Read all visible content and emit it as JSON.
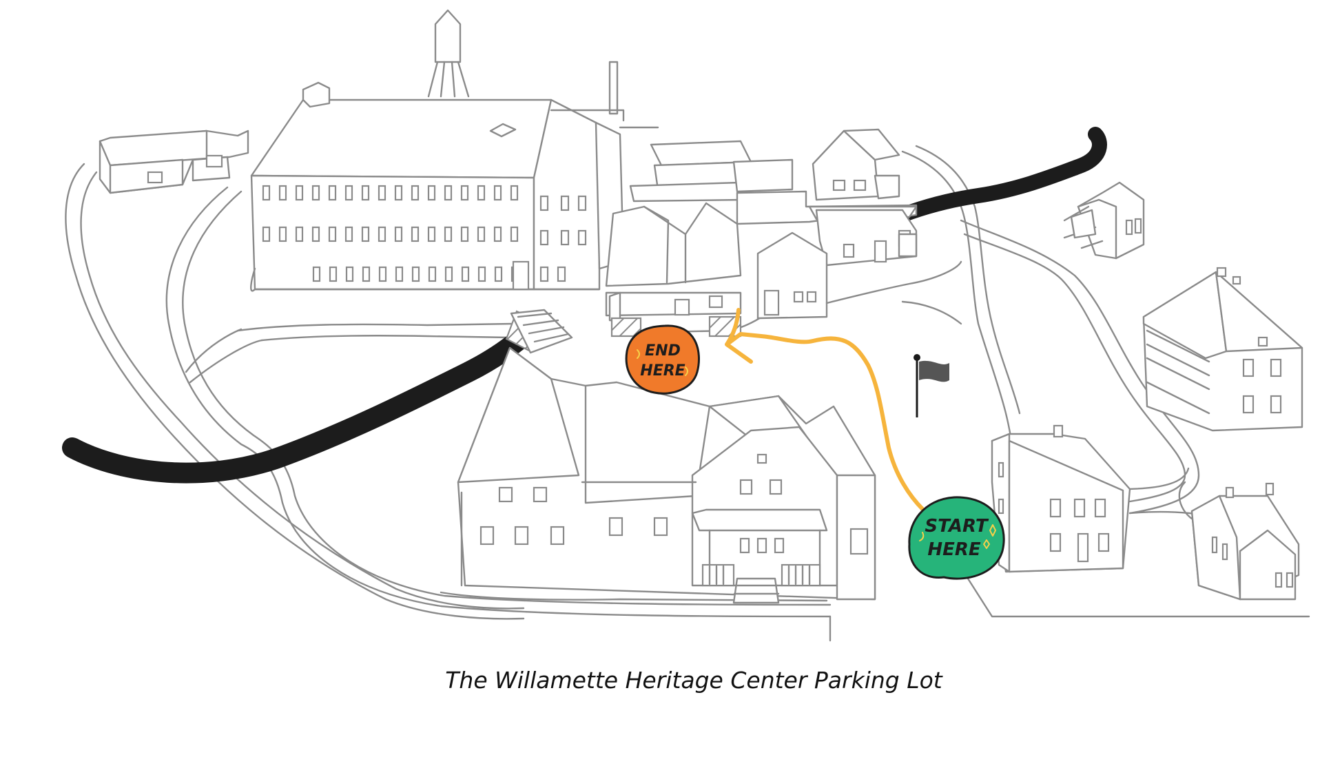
{
  "caption": "The Willamette Heritage Center Parking Lot",
  "markers": {
    "end": {
      "line1": "END",
      "line2": "HERE",
      "color": "#f07a2a"
    },
    "start": {
      "line1": "START",
      "line2": "HERE",
      "color": "#26b47a"
    }
  },
  "route": {
    "color": "#f6b43c"
  },
  "flag": {
    "color": "#555555"
  },
  "river": {
    "color": "#1c1c1c"
  }
}
